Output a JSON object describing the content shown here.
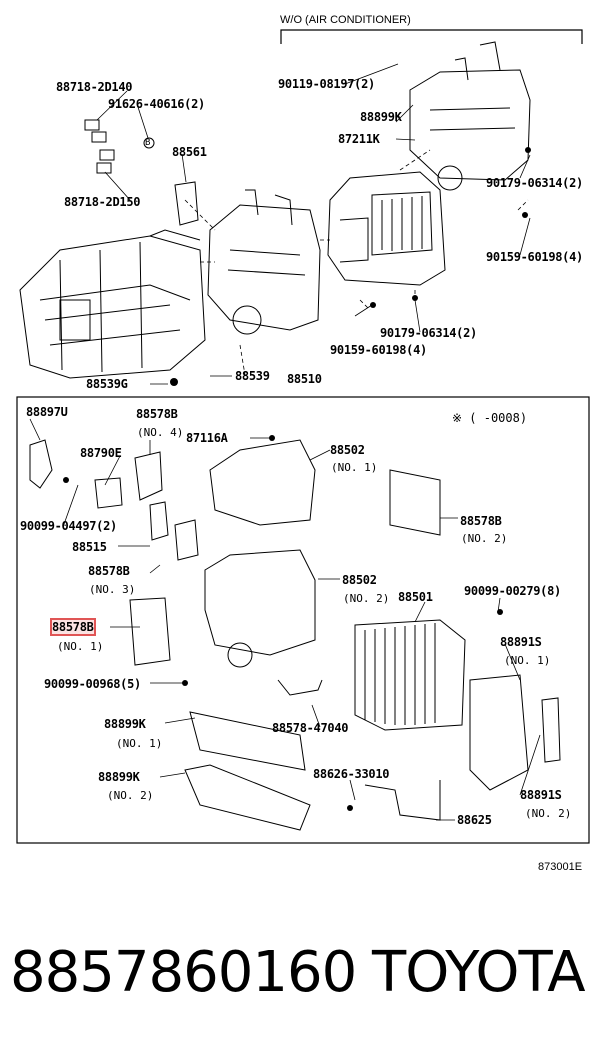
{
  "diagram": {
    "title_note": "W/O (AIR CONDITIONER)",
    "asterisk_note": "※ (     -0008)",
    "ref_code": "873001E",
    "highlight_color": "#e05555",
    "labels": {
      "p88718_2d140": "88718-2D140",
      "p91626_40616": "91626-40616(2)",
      "p88561": "88561",
      "p88718_2d150": "88718-2D150",
      "p88539g": "88539G",
      "p88539": "88539",
      "p88510": "88510",
      "p90119_08197": "90119-08197(2)",
      "p88899k_top": "88899K",
      "p87211k": "87211K",
      "p90179_06314_a": "90179-06314(2)",
      "p90159_60198_a": "90159-60198(4)",
      "p90179_06314_b": "90179-06314(2)",
      "p90159_60198_b": "90159-60198(4)",
      "b_circle": "B",
      "p88897u": "88897U",
      "p88578b_no4": "88578B",
      "no4": "(NO. 4)",
      "p87116a": "87116A",
      "p88502_no1": "88502",
      "no1_a": "(NO. 1)",
      "p88790e": "88790E",
      "p90099_04497": "90099-04497(2)",
      "p88515": "88515",
      "p88578b_no2": "88578B",
      "no2_a": "(NO. 2)",
      "p88578b_no3": "88578B",
      "no3": "(NO. 3)",
      "p88502_no2": "88502",
      "no2_b": "(NO. 2)",
      "p88501": "88501",
      "p90099_00279": "90099-00279(8)",
      "p88578b_no1": "88578B",
      "no1_b": "(NO. 1)",
      "p88891s_no1": "88891S",
      "no1_c": "(NO. 1)",
      "p90099_00968": "90099-00968(5)",
      "p88578_47040": "88578-47040",
      "p88899k_no1": "88899K",
      "no1_d": "(NO. 1)",
      "p88899k_no2": "88899K",
      "no2_c": "(NO. 2)",
      "p88626_33010": "88626-33010",
      "p88625": "88625",
      "p88891s_no2": "88891S",
      "no2_d": "(NO. 2)"
    }
  },
  "footer": {
    "part_number": "8857860160",
    "brand": "TOYOTA"
  }
}
